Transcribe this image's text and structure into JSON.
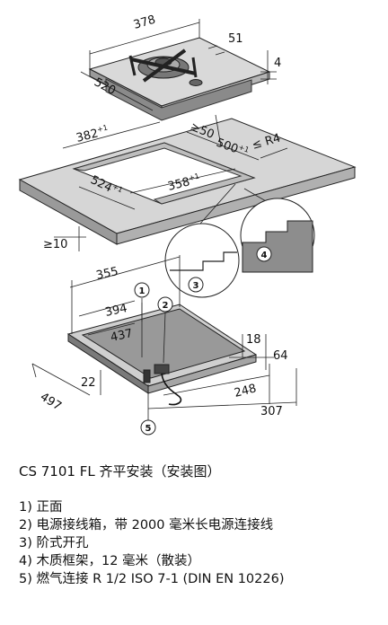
{
  "dims": {
    "hob_width": "378",
    "hob_depth": "520",
    "burner_offset": "51",
    "hob_top_height": "4",
    "cutout_width": "382",
    "cutout_width_tol": "+1",
    "edge_min": "≥50",
    "step_width": "500",
    "step_width_tol": "+1",
    "corner_radius": "≤ R4",
    "cutout_depth": "524",
    "cutout_depth_tol": "+1",
    "inner_width": "358",
    "inner_width_tol": "+1",
    "frame_min": "≥10",
    "d355": "355",
    "d394": "394",
    "d437": "437",
    "d18": "18",
    "d64": "64",
    "d22": "22",
    "d497": "497",
    "d248": "248",
    "d307": "307"
  },
  "callouts": [
    "1",
    "2",
    "3",
    "4",
    "5"
  ],
  "caption": {
    "title": "CS 7101 FL 齐平安装（安装图）",
    "items": [
      "1) 正面",
      "2) 电源接线箱，带 2000 毫米长电源连接线",
      "3) 阶式开孔",
      "4) 木质框架，12 毫米（散装）",
      "5) 燃气连接 R 1/2      ISO 7-1 (DIN EN 10226)"
    ]
  }
}
